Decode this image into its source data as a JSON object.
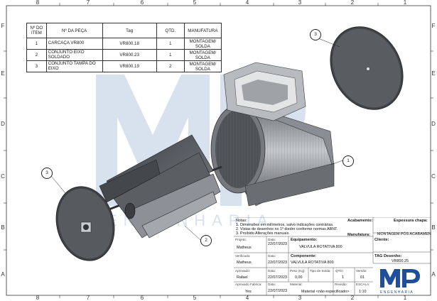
{
  "zones": {
    "top": [
      "8",
      "7",
      "6",
      "5",
      "4",
      "3",
      "2",
      "1"
    ],
    "bottom": [
      "8",
      "7",
      "6",
      "5",
      "4",
      "3",
      "2",
      "1"
    ],
    "sides": [
      "F",
      "E",
      "D",
      "C",
      "B",
      "A"
    ]
  },
  "bom": {
    "headers": {
      "item": "Nº DO ITEM",
      "part": "Nº DA PEÇA",
      "tag": "Tag",
      "qty": "QTD.",
      "mfg": "MANUFATURA"
    },
    "rows": [
      {
        "item": "1",
        "part": "CARCAÇA VR800",
        "tag": "VR800.18",
        "qty": "1",
        "mfg": "MONTAGEM/ SOLDA"
      },
      {
        "item": "2",
        "part": "CONJUNTO EIXO SOLDADO",
        "tag": "VR800.23",
        "qty": "1",
        "mfg": "MONTAGEM/ SOLDA"
      },
      {
        "item": "3",
        "part": "CONJUNTO TAMPA DO EIXO",
        "tag": "VR800.19",
        "qty": "2",
        "mfg": "MONTAGEM/ SOLDA"
      }
    ]
  },
  "balloons": {
    "upper_disc": "3",
    "body": "1",
    "shaft": "2",
    "lower_disc": "3"
  },
  "watermark": {
    "letters": "MP",
    "text": "ENGENHARIA"
  },
  "title_block": {
    "notes_label": "Notas:",
    "notes": [
      "1. Dimensões em milímetros, salvo indicações contrárias.",
      "2. Vistas de desenhos no 1º diedro conforme normas ABNT.",
      "3. Proibido Alterações manuais."
    ],
    "finish_label": "Acabamento:",
    "thickness_label": "Espessura chapa:",
    "mfg_label": "Manufatura:",
    "mfg_value": "MONTAGEM PÓS ACABAMEN",
    "project_label": "Projeto:",
    "project_value": "Matheus",
    "date_label": "Data:",
    "project_date": "22/07/2023",
    "equipment_label": "Equipamento:",
    "equipment_value": "VALVULA ROTATIVA 800",
    "client_label": "Cliente:",
    "verified_label": "Verificado:",
    "verified_value": "Matheus",
    "verified_date": "22/07/2023",
    "component_label": "Componente:",
    "component_value": "VALVULA ROTATIVA 800",
    "tag_label": "TAG Desenho:",
    "tag_value": "VR800.25",
    "approved_label": "Aprovado:",
    "approved_value": "Rafael",
    "approved_date": "22/07/2023",
    "weight_label": "Peso (Kg):",
    "weight_value": "0,00",
    "weld_label": "Tipo de Solda:",
    "qty_label": "QTD:",
    "qty_value": "1",
    "version_label": "Versão:",
    "version_value": "01",
    "mfg_approved_label": "Aprovado Fabrica:",
    "mfg_approved_value": "Yes",
    "mfg_approved_date": "22/07/2023",
    "material_label": "Material:",
    "material_value": "Material <não especificado>",
    "revision_label": "Revisão:",
    "scale_label": "ESCALA:",
    "scale_value": "1:10",
    "logo_text": "ENGENHARIA"
  },
  "colors": {
    "steel_dark": "#4a4d52",
    "steel_mid": "#8c9096",
    "steel_light": "#c9ccd0",
    "watermark": "#a9bfdc",
    "logo_blue": "#1f4e9c"
  }
}
